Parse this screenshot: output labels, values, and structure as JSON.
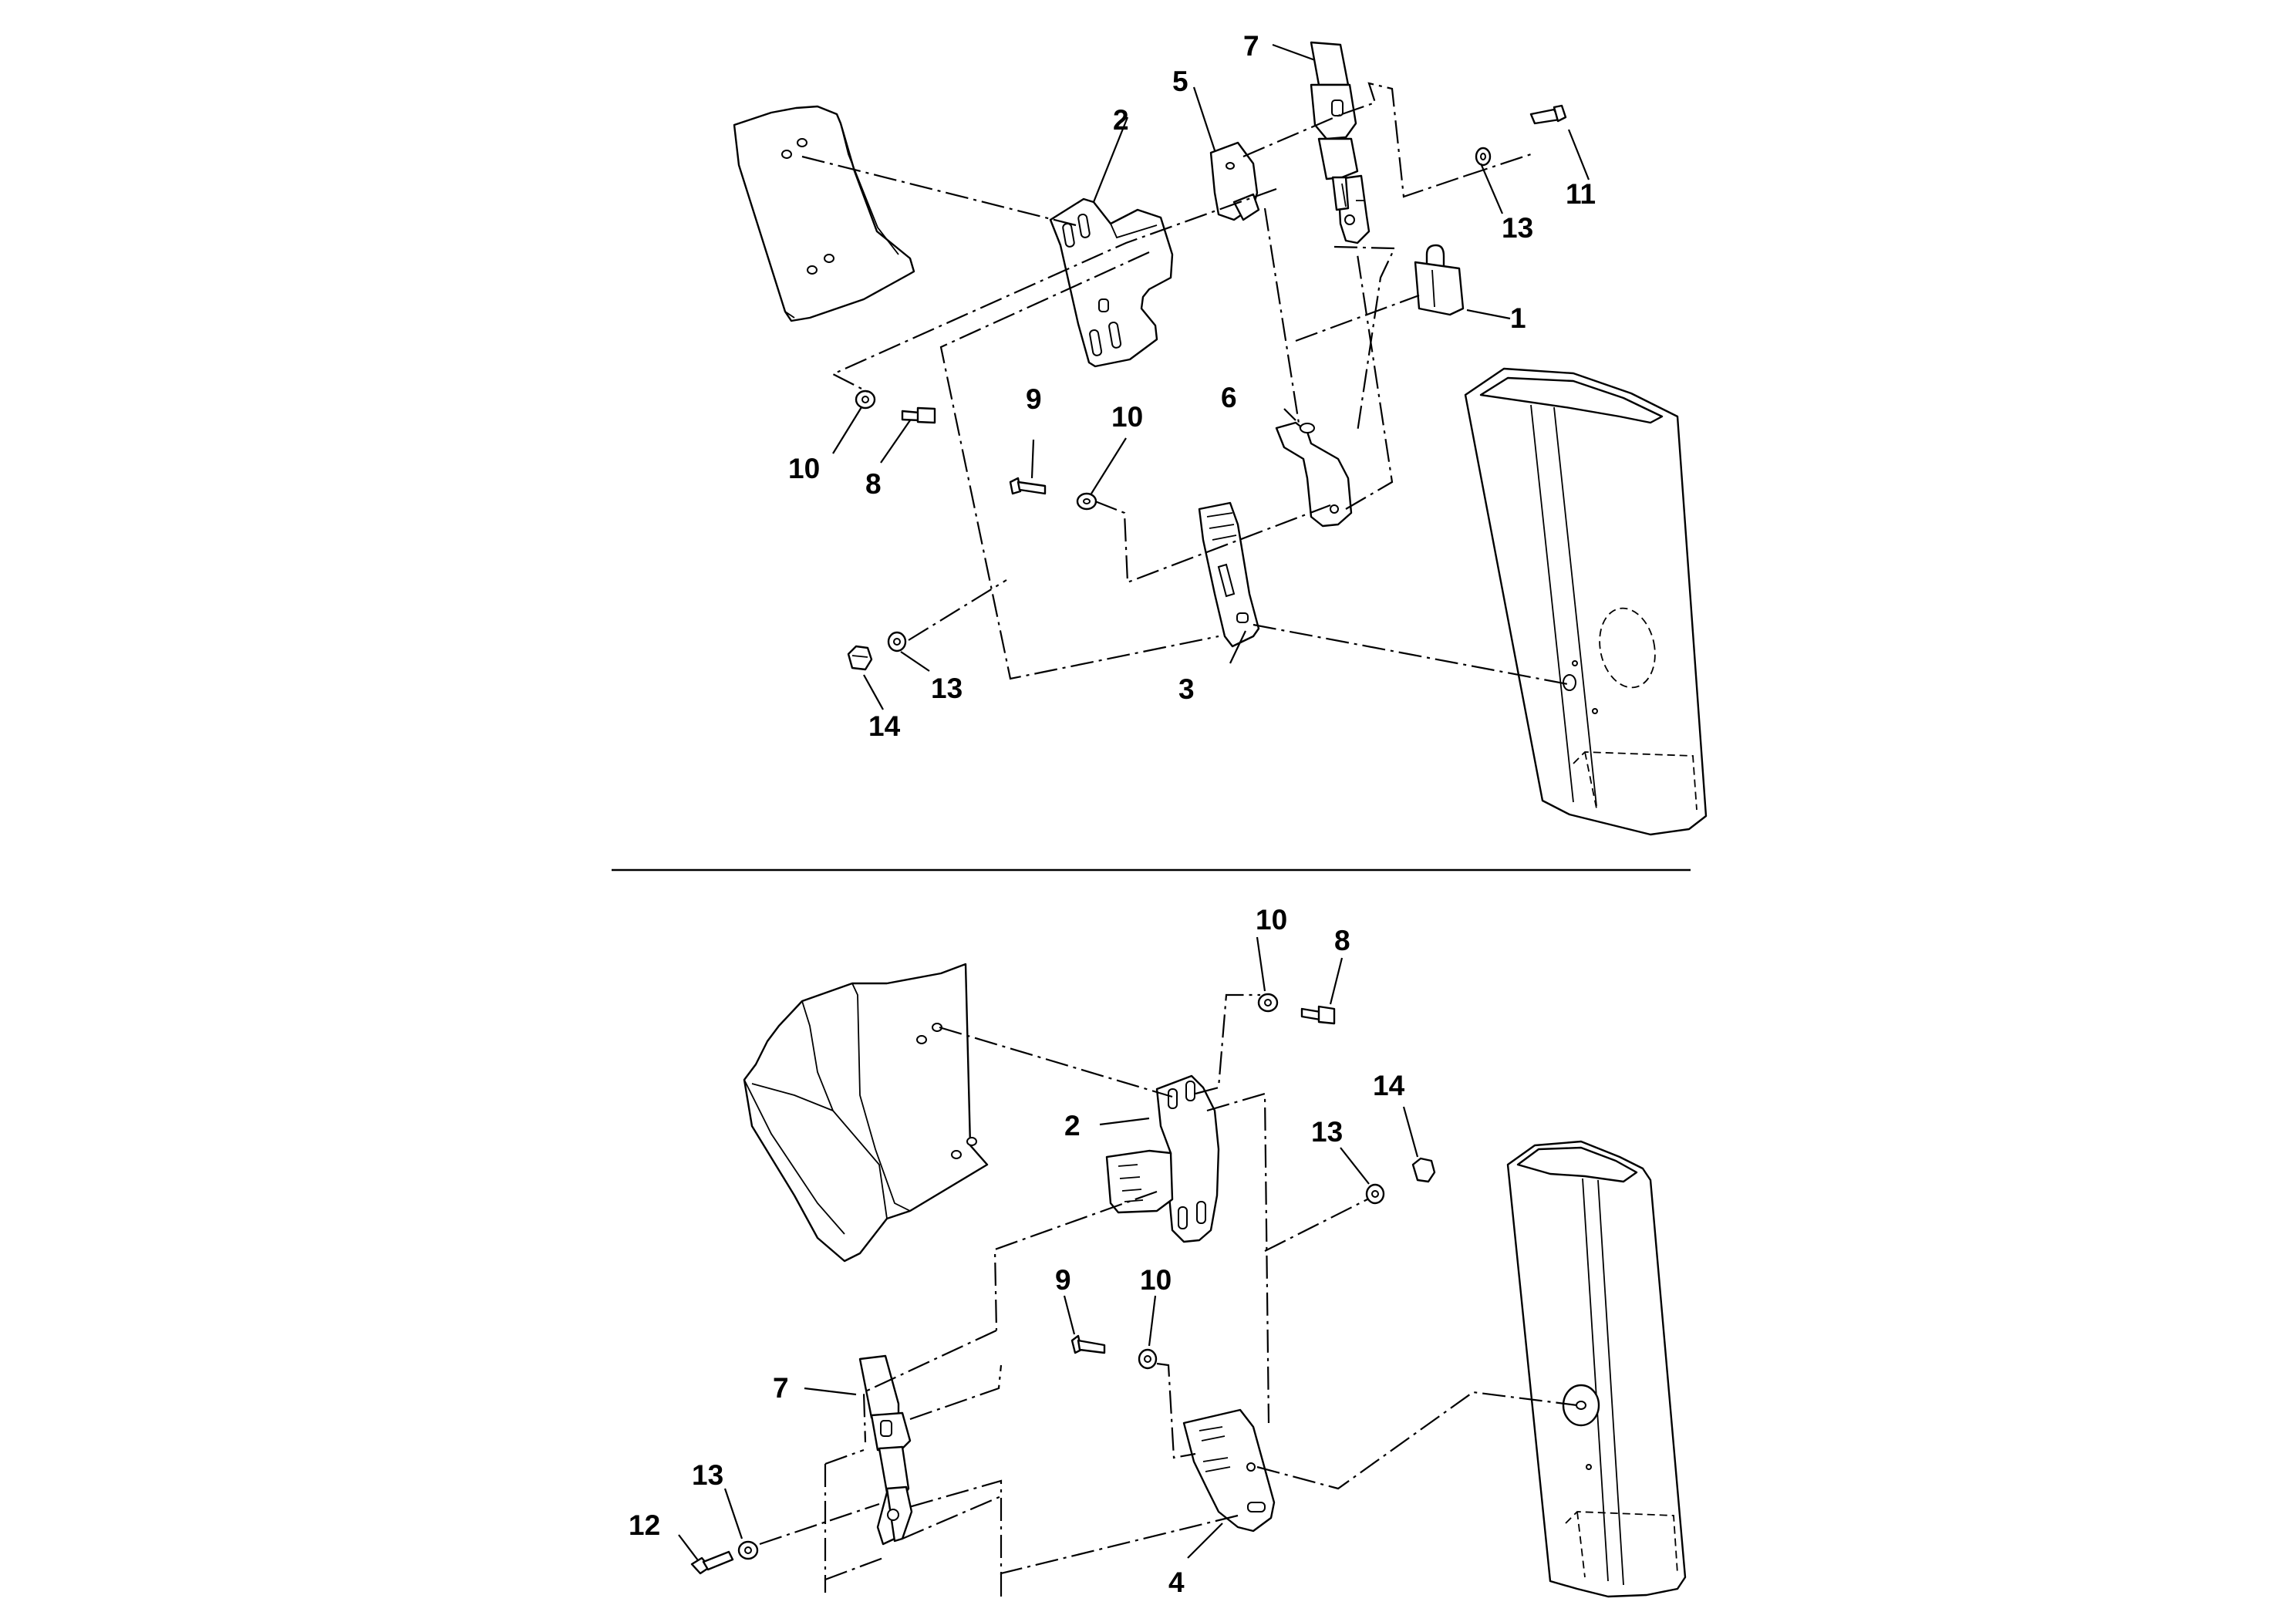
{
  "callouts": {
    "top": {
      "n1": "1",
      "n2": "2",
      "n3": "3",
      "n5": "5",
      "n6": "6",
      "n7": "7",
      "n8": "8",
      "n9": "9",
      "n10a": "10",
      "n10b": "10",
      "n11": "11",
      "n13a": "13",
      "n13b": "13",
      "n14": "14"
    },
    "bottom": {
      "n2": "2",
      "n4": "4",
      "n7": "7",
      "n8": "8",
      "n9": "9",
      "n10a": "10",
      "n10b": "10",
      "n12": "12",
      "n13a": "13",
      "n13b": "13",
      "n14": "14"
    }
  },
  "parts": {
    "p1": "padlock",
    "p2": "mounting-bracket",
    "p3": "lower-bracket",
    "p4": "lower-bracket",
    "p5": "latch-keeper",
    "p6": "hook-plate",
    "p7": "over-center-latch",
    "p8": "cap-screw",
    "p9": "bolt",
    "p10": "flat-washer",
    "p11": "screw",
    "p12": "bolt",
    "p13": "washer",
    "p14": "lock-nut"
  },
  "colors": {
    "line": "#000000",
    "background": "#ffffff"
  }
}
